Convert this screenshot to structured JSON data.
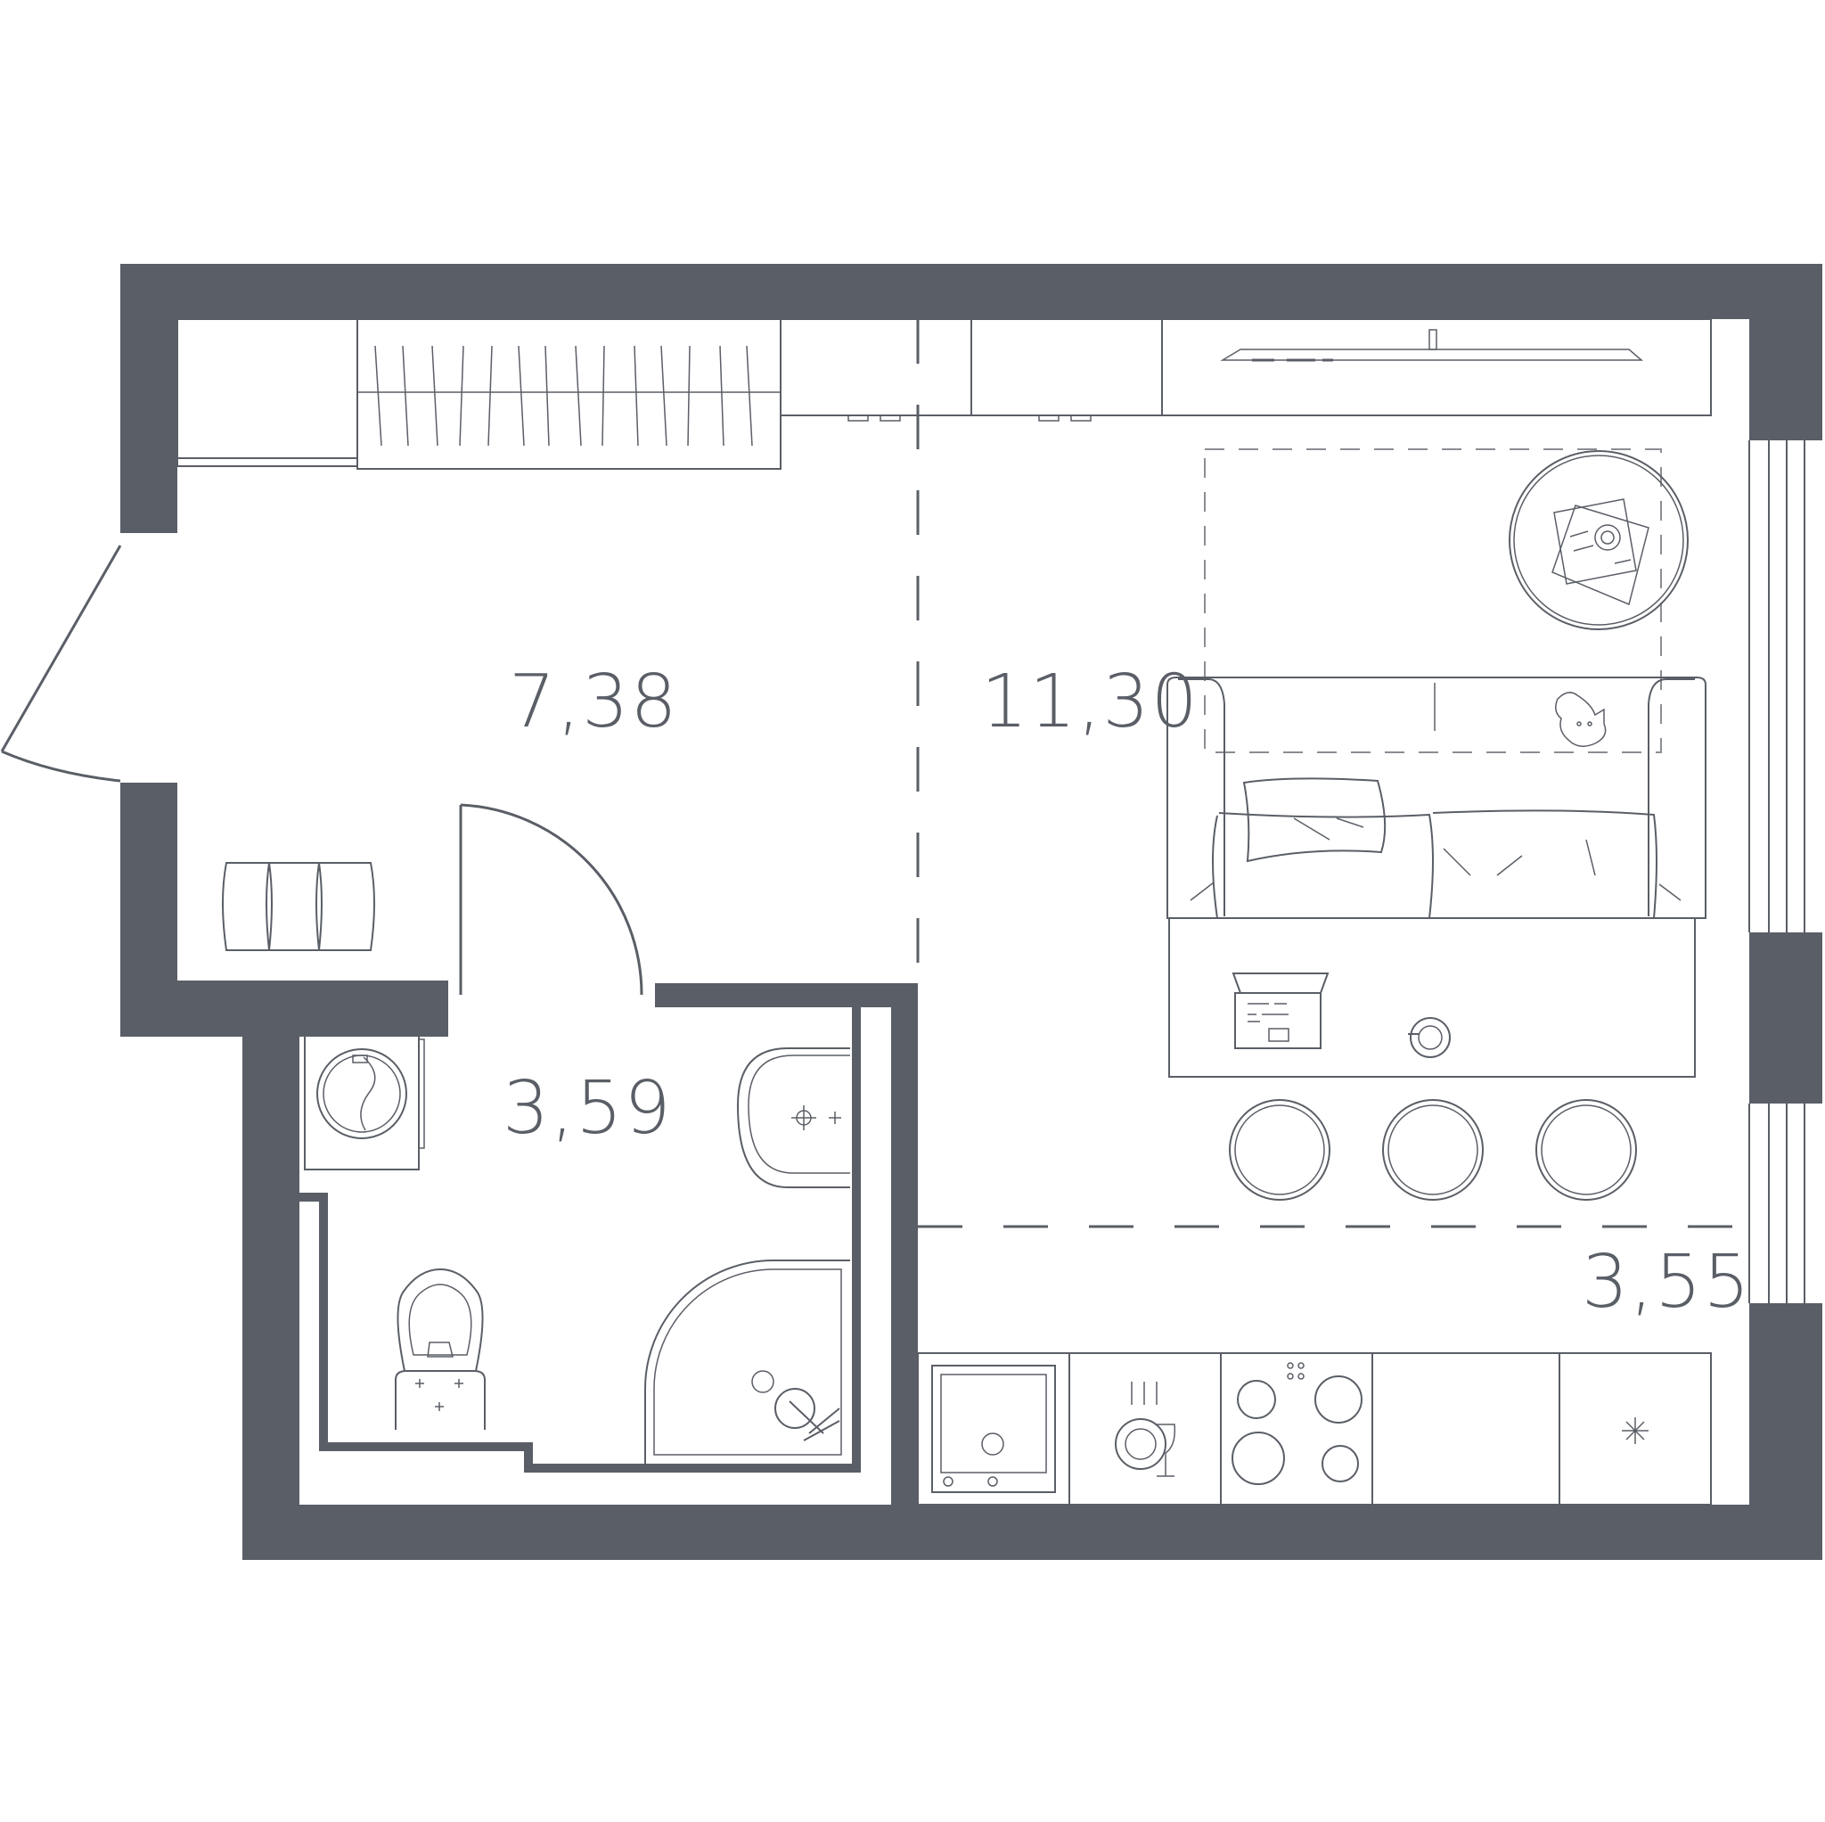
{
  "plan": {
    "wall_color": "#5a5e66",
    "rooms": [
      {
        "id": "hallway",
        "area": "7,38"
      },
      {
        "id": "living-room",
        "area": "11,30"
      },
      {
        "id": "bathroom",
        "area": "3,59"
      },
      {
        "id": "kitchen",
        "area": "3,55"
      }
    ],
    "icons": [
      "wardrobe-icon",
      "sofa-icon",
      "coffee-table-icon",
      "laptop-icon",
      "cup-icon",
      "stool-icon",
      "tv-icon",
      "washing-machine-icon",
      "sink-icon",
      "toilet-icon",
      "shower-icon",
      "oven-icon",
      "dishwasher-icon",
      "cooktop-icon",
      "fridge-icon",
      "pouf-icon",
      "cat-icon",
      "entrance-door-icon",
      "bathroom-door-icon",
      "window-icon"
    ]
  }
}
